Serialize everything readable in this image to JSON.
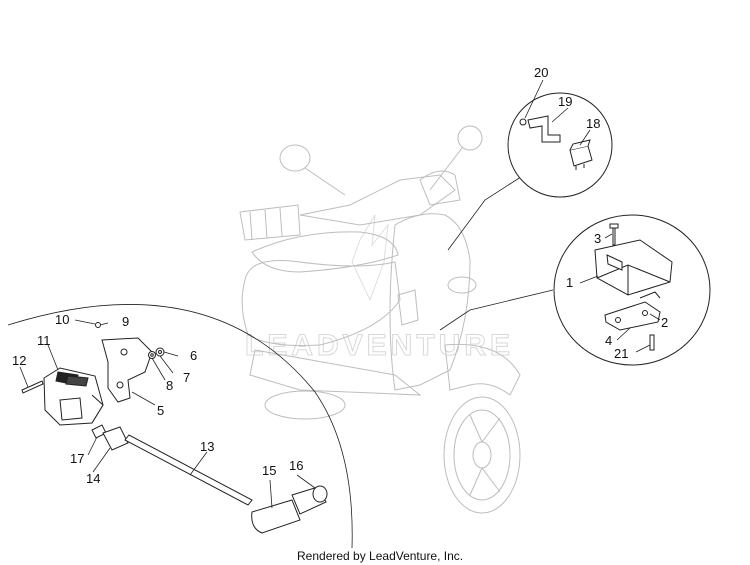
{
  "footer_text": "Rendered by LeadVenture, Inc.",
  "watermark_text": "LEADVENTURE",
  "callouts": [
    "1",
    "2",
    "3",
    "4",
    "5",
    "6",
    "7",
    "8",
    "9",
    "10",
    "11",
    "12",
    "13",
    "14",
    "15",
    "16",
    "17",
    "18",
    "19",
    "20",
    "21"
  ]
}
